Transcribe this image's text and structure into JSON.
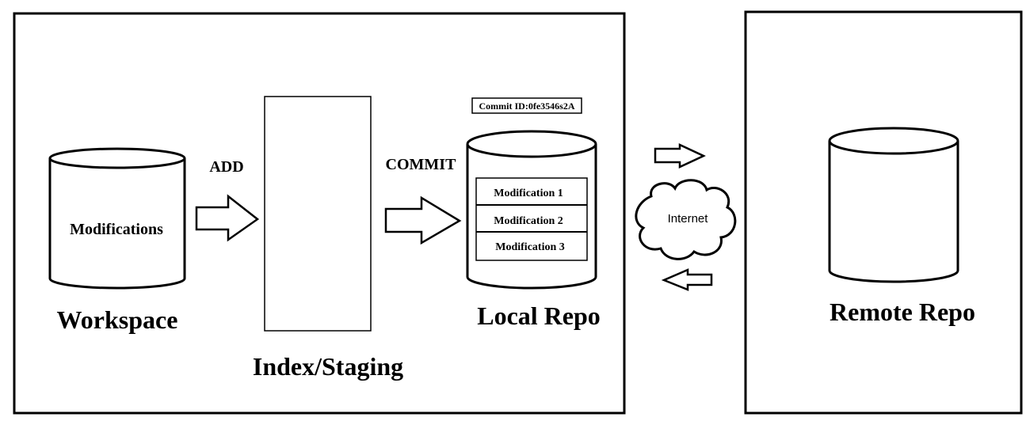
{
  "workspace": {
    "title": "Workspace",
    "content": "Modifications"
  },
  "add_label": "ADD",
  "index": {
    "title": "Index/Staging"
  },
  "commit_label": "COMMIT",
  "local_repo": {
    "title": "Local Repo",
    "commit_id": "Commit ID:0fe3546s2A",
    "modifications": [
      "Modification 1",
      "Modification 2",
      "Modification 3"
    ]
  },
  "network": {
    "label": "Internet"
  },
  "remote_repo": {
    "title": "Remote Repo"
  }
}
